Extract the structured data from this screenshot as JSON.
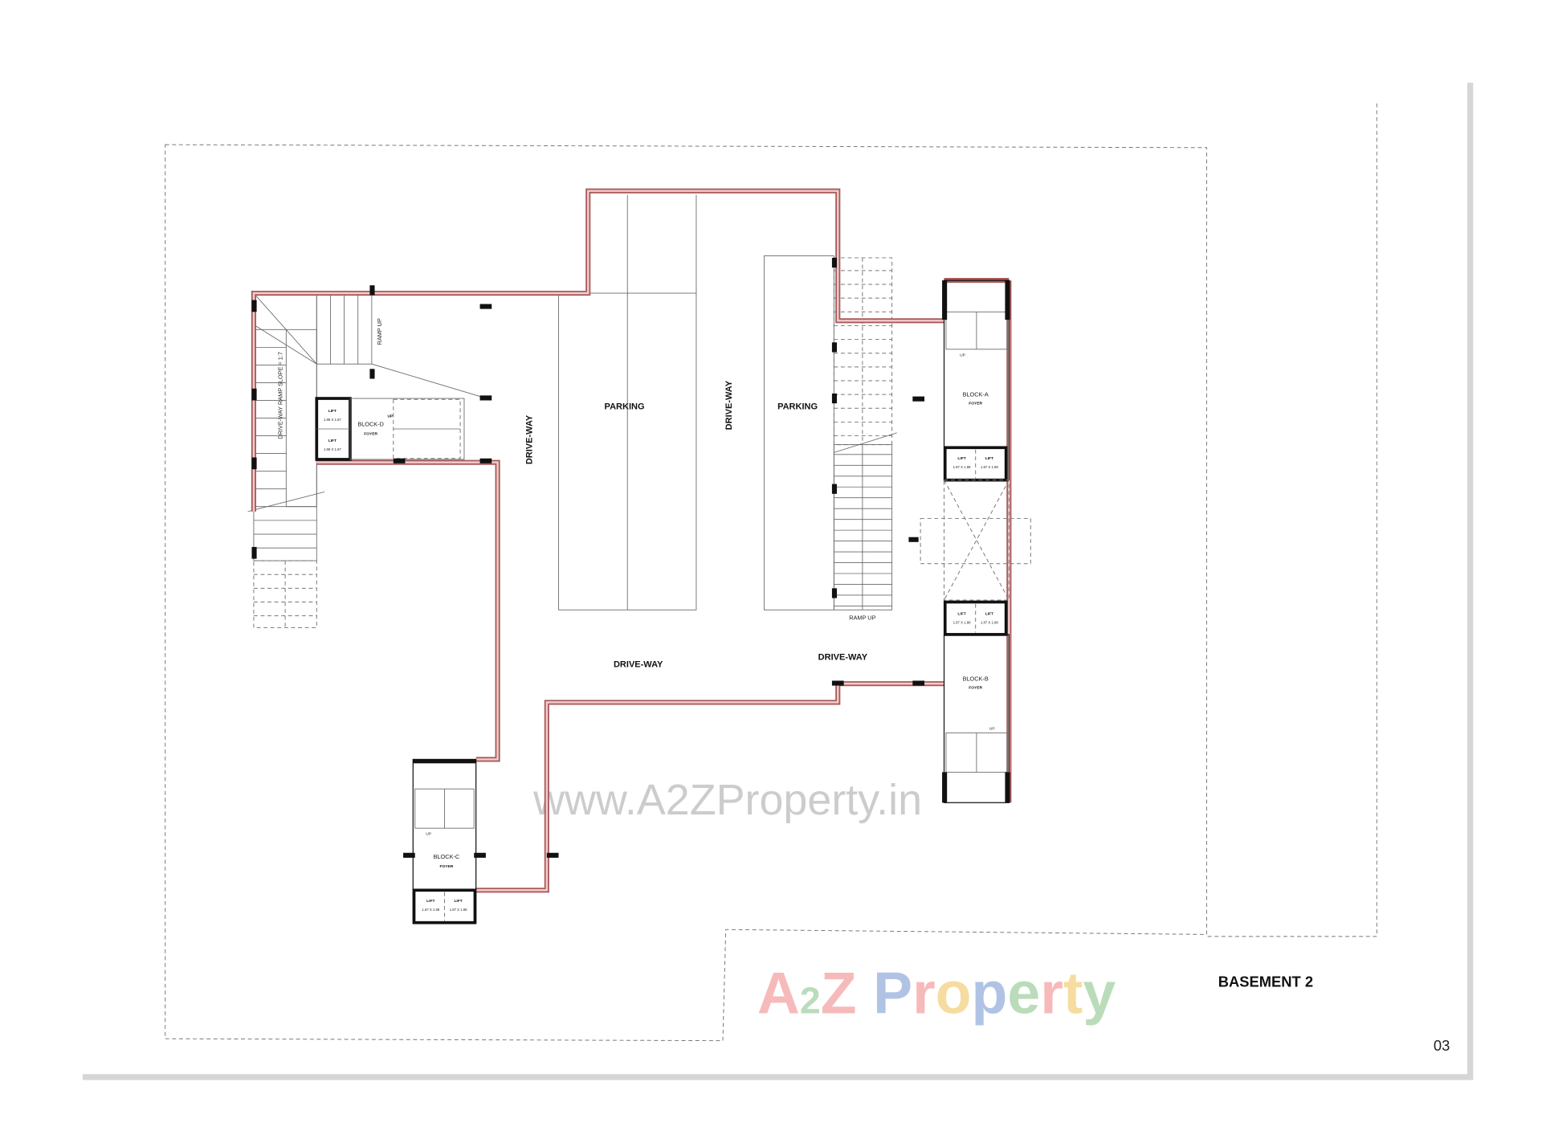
{
  "sheet": {
    "title": "BASEMENT 2",
    "page_number": "03"
  },
  "labels": {
    "parking_1": "PARKING",
    "parking_2": "PARKING",
    "driveway_1": "DRIVE-WAY",
    "driveway_2": "DRIVE-WAY",
    "driveway_3": "DRIVE-WAY",
    "driveway_4": "DRIVE-WAY",
    "ramp_up_1": "RAMP UP",
    "ramp_up_2": "RAMP UP",
    "ramp_slope": "DRIVE-WAY RAMP SLOPE = 1:7"
  },
  "blocks": {
    "a": {
      "name": "BLOCK-A",
      "foyer": "FOYER",
      "up": "UP",
      "lift": "LIFT",
      "lift_size": "1.87 X 1.98"
    },
    "b": {
      "name": "BLOCK-B",
      "foyer": "FOYER",
      "up": "UP",
      "lift": "LIFT",
      "lift_size": "1.87 X 1.98"
    },
    "c": {
      "name": "BLOCK-C",
      "foyer": "FOYER",
      "up": "UP",
      "lift": "LIFT",
      "lift_size": "1.87 X 1.98"
    },
    "d": {
      "name": "BLOCK-D",
      "foyer": "FOYER",
      "up": "UP",
      "lift": "LIFT",
      "lift_size": "1.98 X 1.67"
    }
  },
  "watermark": {
    "logo": "A2Z Property",
    "url": "www.A2ZProperty.in"
  },
  "colors": {
    "wall": "#a85a5a",
    "wall_fill": "#f3cccc"
  }
}
